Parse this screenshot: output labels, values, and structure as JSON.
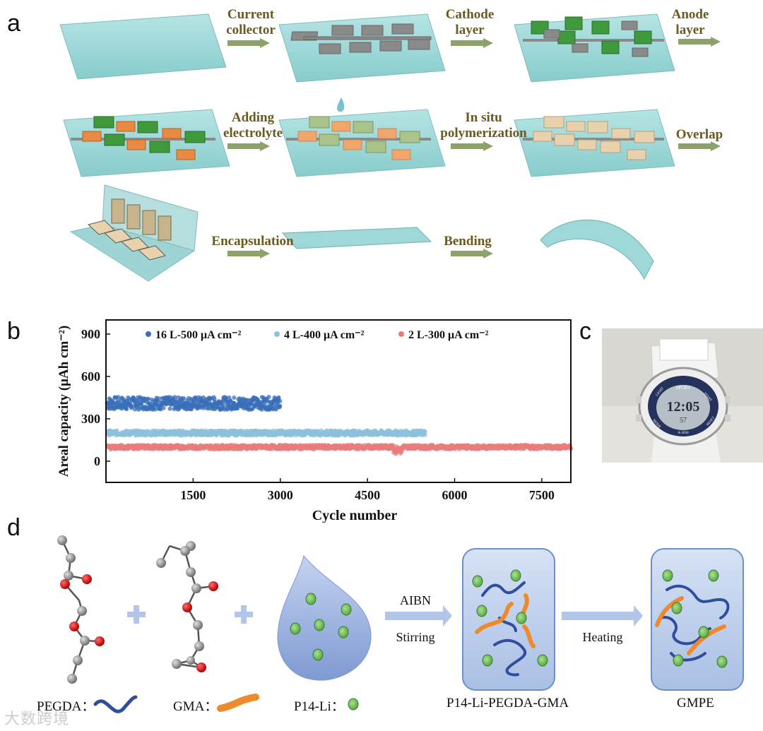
{
  "panels": {
    "a": "a",
    "b": "b",
    "c": "c",
    "d": "d"
  },
  "panel_a": {
    "steps": [
      {
        "line1": "Current",
        "line2": "collector"
      },
      {
        "line1": "Cathode",
        "line2": "layer"
      },
      {
        "line1": "Anode",
        "line2": "layer"
      },
      {
        "line1": "Adding",
        "line2": "electrolyte"
      },
      {
        "line1": "In situ",
        "line2": "polymerization"
      },
      {
        "line1": "Overlap",
        "line2": ""
      },
      {
        "line1": "Encapsulation",
        "line2": ""
      },
      {
        "line1": "Bending",
        "line2": ""
      }
    ],
    "colors": {
      "substrate": "#9fd8d8",
      "collector": "#8a8a8a",
      "cathode_green": "#3f9a3c",
      "anode_orange": "#e98a43",
      "gel_green": "#a9c48a",
      "gel_tan": "#e8d2ad",
      "arrow": "#8da26a",
      "label": "#6b5a1e"
    }
  },
  "chart_data": {
    "type": "scatter",
    "xlabel": "Cycle number",
    "ylabel": "Areal capacity (μAh cm⁻²)",
    "xlim": [
      0,
      8000
    ],
    "ylim": [
      -150,
      1000
    ],
    "xticks": [
      1500,
      3000,
      4500,
      6000,
      7500
    ],
    "yticks": [
      0,
      300,
      600,
      900
    ],
    "legend_position": "top",
    "series": [
      {
        "name": "16 L-500 μA cm⁻²",
        "color": "#3a6fb8",
        "x_range": [
          0,
          3000
        ],
        "mean": 410,
        "spread": 45
      },
      {
        "name": "4 L-400 μA cm⁻²",
        "color": "#8cc0dc",
        "x_range": [
          0,
          5500
        ],
        "mean": 200,
        "spread": 18
      },
      {
        "name": "2 L-300 μA cm⁻²",
        "color": "#e87c7c",
        "x_range": [
          0,
          8000
        ],
        "mean": 100,
        "spread": 15
      }
    ]
  },
  "panel_c": {
    "watch_brand": "SPORT",
    "time": "12:05",
    "seconds": "57",
    "model": "A-3018",
    "buttons": [
      "LIGHT",
      "START",
      "MODE",
      "RESET"
    ]
  },
  "panel_d": {
    "arrow1_top": "AIBN",
    "arrow1_bottom": "Stirring",
    "arrow2": "Heating",
    "legend_pegda": "PEGDA：",
    "legend_gma": "GMA：",
    "legend_p14": "P14-Li：",
    "label_mix": "P14-Li-PEGDA-GMA",
    "label_gmpe": "GMPE",
    "colors": {
      "pegda": "#2f4f9e",
      "gma": "#ef8a2c",
      "p14": "#7cc56a",
      "drop": "#8ea9dc",
      "box": "#c3d3ee"
    }
  },
  "watermark": "大数跨境"
}
